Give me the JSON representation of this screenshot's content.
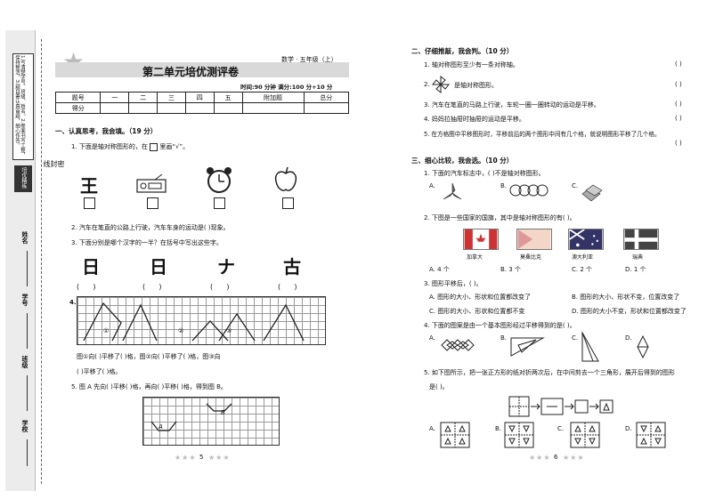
{
  "side": {
    "badge": "培优精练",
    "instructions": "1.写清楚学号、班级、姓名。2.卷面书写工整，保持整洁。3.题目要认真审题，细心作答。",
    "seal": "密 封 线",
    "fields": [
      "学校",
      "班级",
      "学号",
      "姓名"
    ]
  },
  "left": {
    "title": "第二单元培优测评卷",
    "subject": "数学 · 五年级（上）",
    "timeinfo": "时间:90 分钟   满分:100 分+10 分",
    "score_header": [
      "题号",
      "一",
      "二",
      "三",
      "四",
      "五",
      "附加题",
      "总分"
    ],
    "score_row_label": "得分",
    "section1": "一、认真思考，我会填。（19 分）",
    "q1": "1. 下面是轴对称图形的，在",
    "q1b": "里画“√”。",
    "q1_glyph": "王",
    "q2": "2. 汽车在笔直的公路上行驶，汽车车身的运动是(     )现象。",
    "q3": "3. 下面分别是哪个汉字的一半？在括号中写出这些字。",
    "q3_chars": [
      "日",
      "日",
      "ナ",
      "古"
    ],
    "q4": "4.",
    "q4_line1": "图①向(     )平移了(     )格，图②向(     )平移了(     )格，图③向",
    "q4_line2": "(     )平移了(     )格。",
    "q4_marks": [
      "①",
      "②",
      "③"
    ],
    "q5": "5. 图 A 先向(     )平移(     )格，再向(     )平移(     )格，得到图 B。",
    "q5_marks": [
      "A",
      "B"
    ],
    "page_no": "5",
    "stars": "★★★"
  },
  "right": {
    "section2": "二、仔细推敲，我会判。（10 分）",
    "j1": "1. 轴对称图形至少有一条对称轴。",
    "j2": "是轴对称图形。",
    "j2_num": "2.",
    "j3": "3. 汽车在笔直的马路上行驶，车轮一圈一圈转动的运动是平移。",
    "j4": "4. 妈妈拉抽屉时抽屉的运动是平移。",
    "j5": "5. 在方格图中平移图形时，平移前后的两个图形中间有几个格，就说明图形平移了几个格。",
    "paren": "(     )",
    "section3": "三、细心比较，我会选。（10 分）",
    "c1": "1. 下面的汽车标志中，(     )不是轴对称图形。",
    "c1_opts": [
      "A.",
      "B.",
      "C."
    ],
    "c2": "2. 下图是一些国家的国旗，其中是轴对称图形的有(     )。",
    "flags": [
      "加拿大",
      "莫桑比克",
      "澳大利亚",
      "瑞典"
    ],
    "c2_opts": [
      "A. 4 个",
      "B. 3 个",
      "C. 2 个",
      "D. 1 个"
    ],
    "c3": "3. 图形平移后，(     )。",
    "c3_opts": [
      "A. 图形的大小、形状和位置都改变了",
      "B. 图形的大小、形状不变，位置改变了",
      "C. 图形的大小、形状和位置都不变",
      "D. 图形的大小不变，形状和位置都改变了"
    ],
    "c4": "4. 下面的图案是由一个基本图形经过平移得到的是(     )。",
    "c4_opts": [
      "A.",
      "B.",
      "C.",
      "D."
    ],
    "c5_line1": "5. 如下图所示，把一张正方形的纸对折两次后，在中间剪去一个三角形，展开后得到的图形",
    "c5_line2": "是(     )。",
    "c5_opts": [
      "A.",
      "B.",
      "C.",
      "D."
    ],
    "page_no": "6",
    "stars": "★★★"
  }
}
